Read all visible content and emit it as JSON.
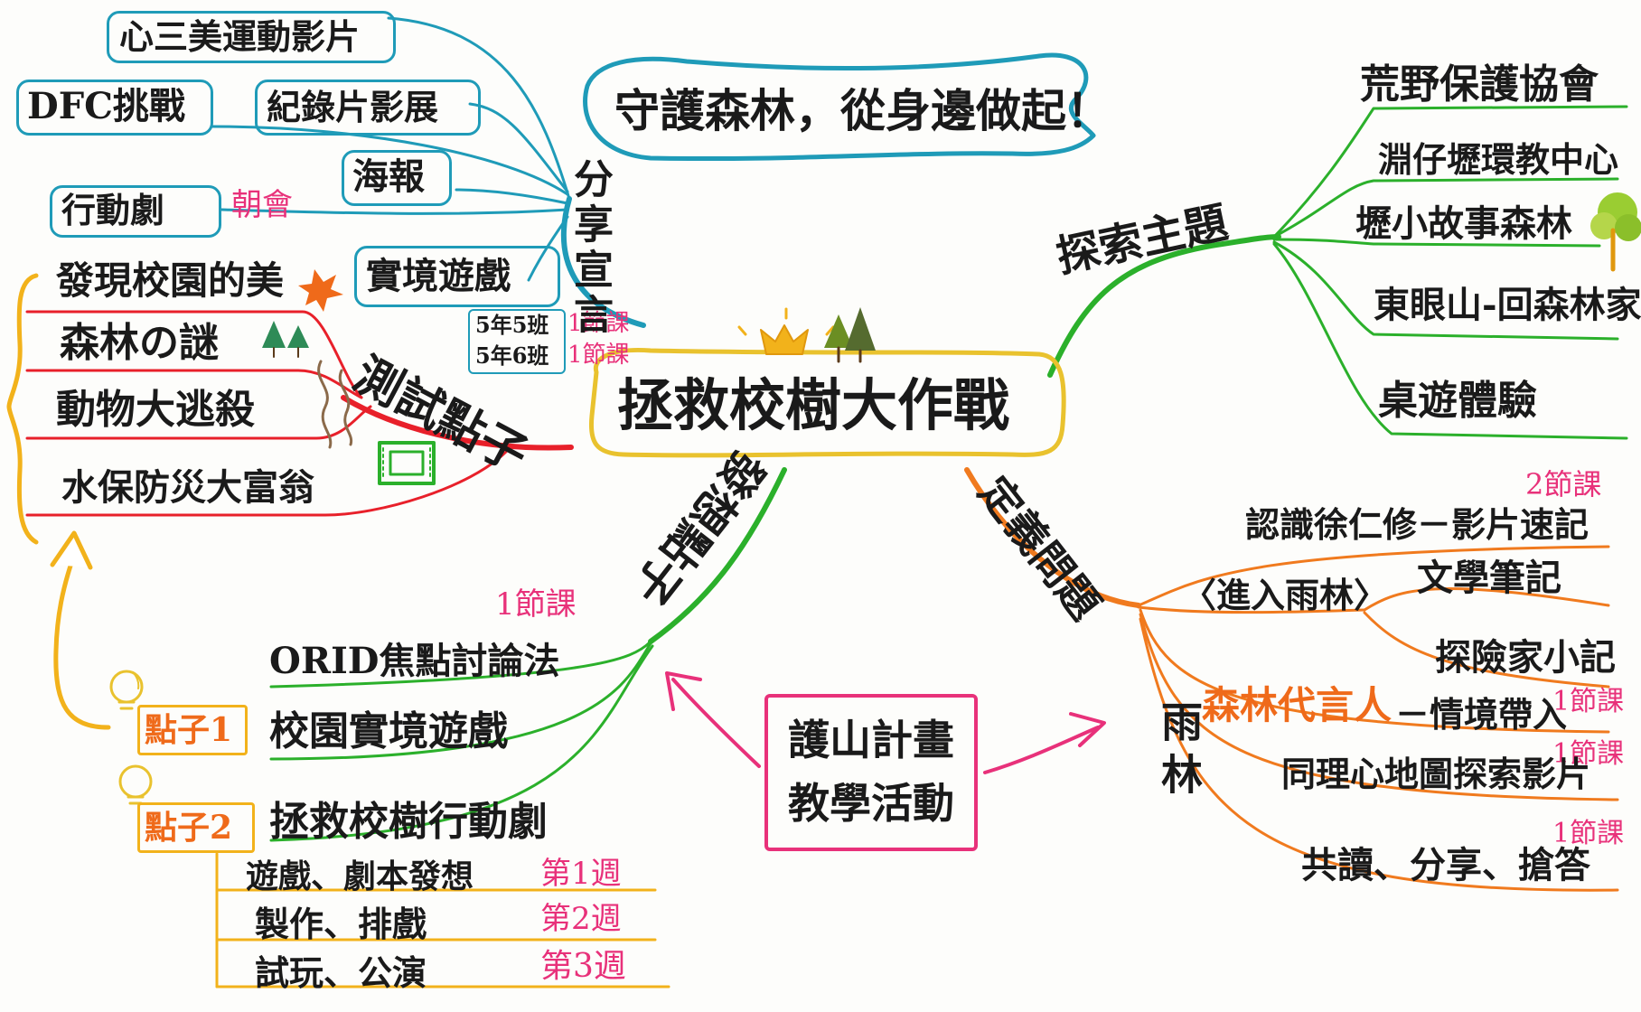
{
  "center": {
    "title": "拯救校樹大作戰"
  },
  "slogan": "守護森林，從身邊做起！",
  "share": {
    "label": "分享宣言",
    "items": [
      "心三美運動影片",
      "DFC挑戰",
      "紀錄片影展",
      "海報",
      "行動劇"
    ],
    "note_morning": "朝會",
    "real_game": "實境遊戲",
    "class_notes": [
      "5年5班",
      "5年6班"
    ],
    "class_lessons": [
      "1節課",
      "1節課"
    ]
  },
  "test": {
    "label": "測試點子",
    "items": [
      "發現校園的美",
      "森林の謎",
      "動物大逃殺",
      "水保防災大富翁"
    ]
  },
  "explore": {
    "label": "探索主題",
    "items": [
      "荒野保護協會",
      "淵仔壢環教中心",
      "壢小故事森林",
      "東眼山-回森林家",
      "桌遊體驗"
    ]
  },
  "ideation": {
    "label": "發想點子",
    "orid": "ORID焦點討論法",
    "orid_lesson": "1節課",
    "idea1_tag": "點子1",
    "idea1": "校園實境遊戲",
    "idea2_tag": "點子2",
    "idea2": "拯救校樹行動劇",
    "weeks": [
      {
        "task": "遊戲、劇本發想",
        "week": "第1週"
      },
      {
        "task": "製作、排戲",
        "week": "第2週"
      },
      {
        "task": "試玩、公演",
        "week": "第3週"
      }
    ]
  },
  "define": {
    "label": "定義問題",
    "rainforest": "雨林",
    "enter": "〈進入雨林〉",
    "items": [
      {
        "text": "認識徐仁修－影片速記",
        "lesson": "2節課"
      },
      {
        "text": "文學筆記",
        "lesson": ""
      },
      {
        "text": "探險家小記",
        "lesson": ""
      },
      {
        "text": "同理心地圖探索影片",
        "lesson": "1節課"
      },
      {
        "text": "共讀、分享、搶答",
        "lesson": "1節課"
      }
    ],
    "spokesperson": "森林代言人",
    "spokesperson_tail": "－情境帶入",
    "spokesperson_lesson": "1節課"
  },
  "plan": {
    "line1": "護山計畫",
    "line2": "教學活動"
  },
  "colors": {
    "teal": "#1f9bb8",
    "green": "#2bb02b",
    "red": "#e8202a",
    "orange": "#f07a1e",
    "yellow": "#f2b21b",
    "pink": "#e8317a",
    "gold": "#e9c22e"
  },
  "icons": [
    "crown-icon",
    "pine-trees-icon",
    "maple-leaf-icon",
    "tree-icon",
    "film-strip-icon",
    "lightbulb-icon",
    "up-arrow-icon",
    "double-arrow-icon"
  ]
}
